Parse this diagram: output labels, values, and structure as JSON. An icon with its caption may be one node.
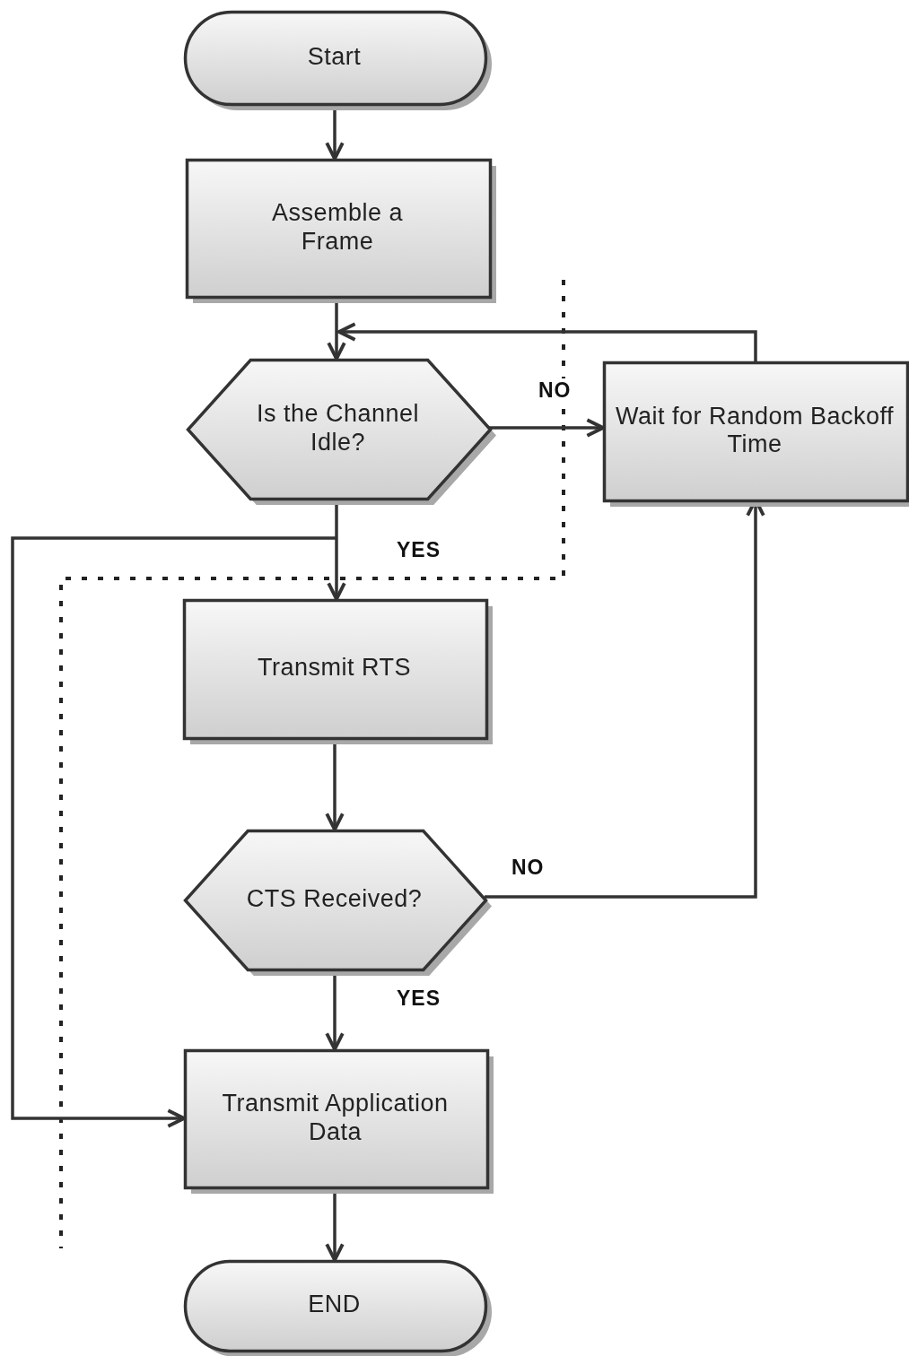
{
  "diagram": {
    "nodes": [
      {
        "text": [
          "Start"
        ]
      },
      {
        "text": [
          "Assemble a Frame"
        ]
      },
      {
        "text": [
          "Is the Channel Idle?"
        ]
      },
      {
        "text": [
          "Wait for Random Backoff Time"
        ]
      },
      {
        "text": [
          "Transmit RTS"
        ]
      },
      {
        "text": [
          "CTS Received?"
        ]
      },
      {
        "text": [
          "Transmit Application Data"
        ]
      },
      {
        "text": [
          "END"
        ]
      }
    ],
    "edges": [
      {
        "from": 0,
        "to": 1,
        "arrow": "to"
      },
      {
        "from": 1,
        "to": 2,
        "arrow": "to"
      },
      {
        "from": 2,
        "to": 3,
        "arrow": "to",
        "label": "NO"
      },
      {
        "from": 3,
        "to": 2,
        "arrow": "to"
      },
      {
        "from": 2,
        "to": 4,
        "arrow": "to",
        "label": "YES"
      },
      {
        "from": 2,
        "to": 6,
        "arrow": "to"
      },
      {
        "from": 4,
        "to": 5,
        "arrow": "to"
      },
      {
        "from": 5,
        "to": 3,
        "arrow": "to",
        "label": "NO"
      },
      {
        "from": 5,
        "to": 6,
        "arrow": "to",
        "label": "YES"
      },
      {
        "from": 6,
        "to": 7,
        "arrow": "to"
      }
    ]
  }
}
